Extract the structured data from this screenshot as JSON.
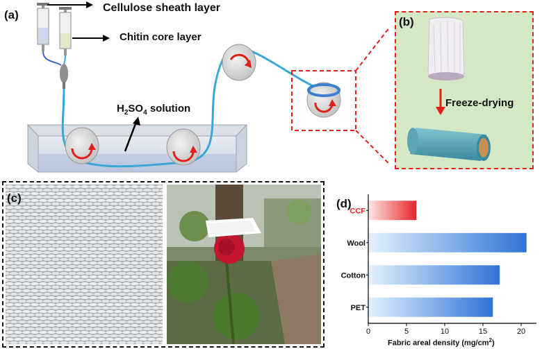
{
  "panels": {
    "a": "(a)",
    "b": "(b)",
    "c": "(c)",
    "d": "(d)"
  },
  "labels": {
    "sheath": "Cellulose sheath layer",
    "core": "Chitin core layer",
    "solution_prefix": "H",
    "solution_sub1": "2",
    "solution_mid": "SO",
    "solution_sub2": "4",
    "solution_suffix": " solution",
    "freeze": "Freeze-drying"
  },
  "colors": {
    "fiber": "#3aa6d8",
    "arrow_red": "#e0201b",
    "panel_b_bg": "#d4e8c5",
    "dashed_red": "#e0201b",
    "bar_blue": "#2f73d6",
    "bar_red": "#e8262a"
  },
  "chart_data": {
    "type": "bar",
    "orientation": "horizontal",
    "categories": [
      "CCF",
      "Wool",
      "Cotton",
      "PET"
    ],
    "values": [
      6.3,
      20.7,
      17.2,
      16.3
    ],
    "category_colors": [
      "red",
      "blue",
      "blue",
      "blue"
    ],
    "xlabel_prefix": "Fabric areal density (mg/cm",
    "xlabel_sup": "2",
    "xlabel_suffix": ")",
    "xlim": [
      0,
      22
    ],
    "xticks": [
      "0",
      "5",
      "10",
      "15",
      "20"
    ],
    "grid": false
  }
}
